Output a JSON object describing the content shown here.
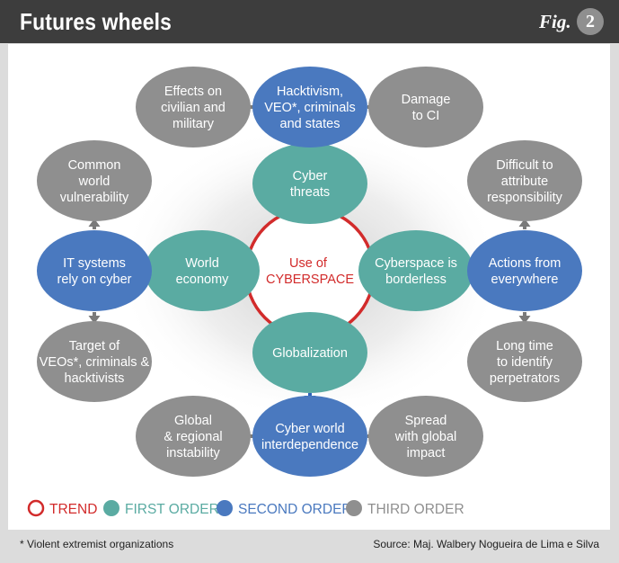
{
  "header": {
    "title": "Futures wheels",
    "fig_label": "Fig.",
    "fig_number": "2"
  },
  "colors": {
    "trend": "#d22b2b",
    "first_order": "#5aaba2",
    "second_order": "#4a79bf",
    "third_order": "#8f8f8f",
    "arrow_first": "#3a9b90",
    "arrow_second": "#2f64b8",
    "arrow_third": "#7a7a7a"
  },
  "nodes": {
    "center": {
      "lines": [
        "Use of",
        "CYBERSPACE"
      ]
    },
    "first": {
      "top": [
        "Cyber",
        "threats"
      ],
      "left": [
        "World",
        "economy"
      ],
      "right": [
        "Cyberspace is",
        "borderless"
      ],
      "bottom": [
        "Globalization"
      ]
    },
    "second": {
      "top": [
        "Hacktivism,",
        "VEO*, criminals",
        "and states"
      ],
      "left": [
        "IT systems",
        "rely on cyber"
      ],
      "right": [
        "Actions from",
        "everywhere"
      ],
      "bottom": [
        "Cyber world",
        "interdependence"
      ]
    },
    "third": {
      "top_left": [
        "Effects on",
        "civilian and",
        "military"
      ],
      "top_right": [
        "Damage",
        "to CI"
      ],
      "left_top": [
        "Common",
        "world",
        "vulnerability"
      ],
      "left_bottom": [
        "Target of",
        "VEOs*, criminals &",
        "hacktivists"
      ],
      "right_top": [
        "Difficult to",
        "attribute",
        "responsibility"
      ],
      "right_bottom": [
        "Long time",
        "to identify",
        "perpetrators"
      ],
      "bottom_left": [
        "Global",
        "& regional",
        "instability"
      ],
      "bottom_right": [
        "Spread",
        "with global",
        "impact"
      ]
    }
  },
  "legend": {
    "trend": "TREND",
    "first_order": "FIRST ORDER",
    "second_order": "SECOND ORDER",
    "third_order": "THIRD ORDER"
  },
  "footnote": "* Violent extremist organizations",
  "source": "Source: Maj. Walbery Nogueira de Lima e Silva"
}
